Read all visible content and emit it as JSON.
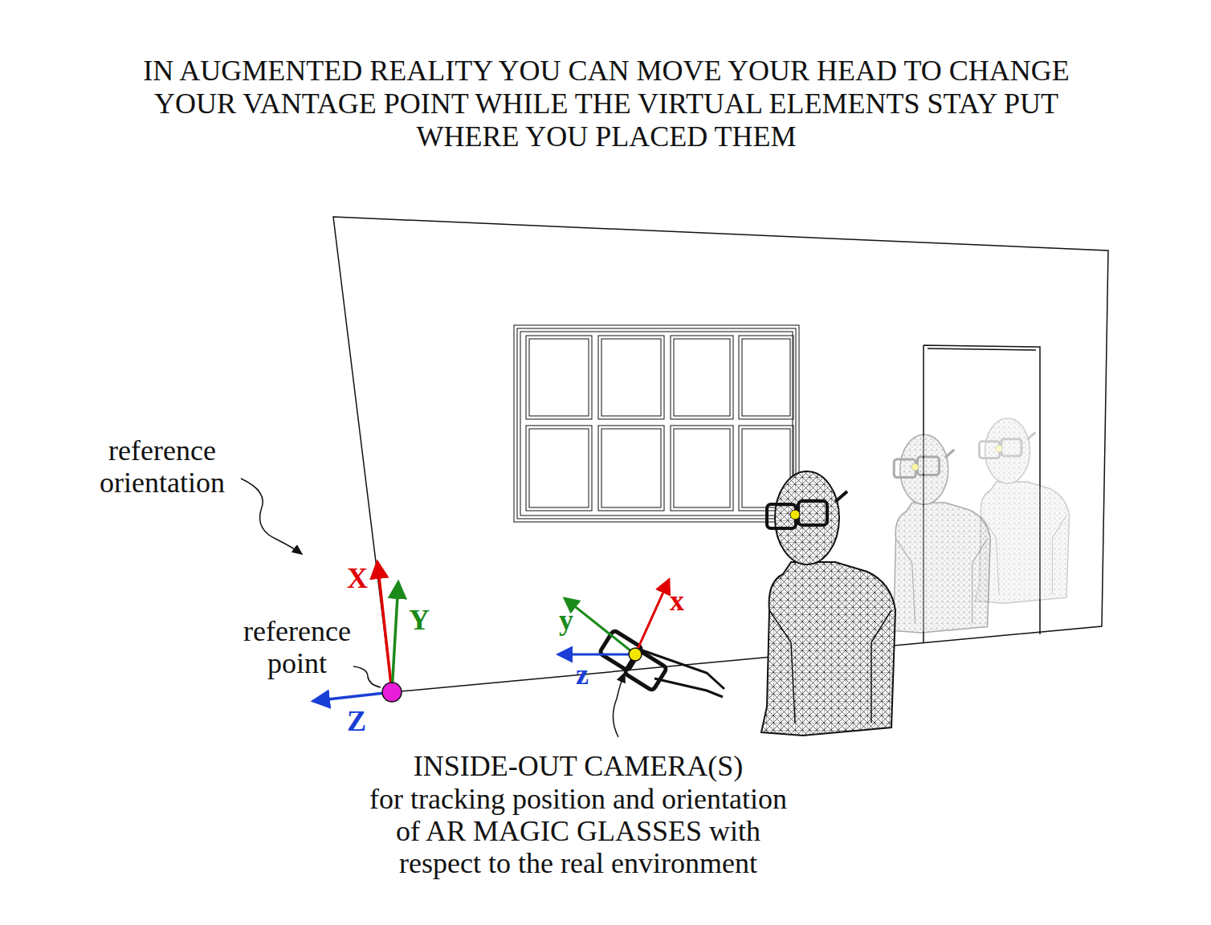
{
  "diagram": {
    "title": "IN AUGMENTED REALITY YOU CAN MOVE YOUR HEAD TO CHANGE YOUR VANTAGE POINT WHILE THE VIRTUAL ELEMENTS STAY PUT WHERE YOU PLACED THEM",
    "labels": [
      "reference orientation",
      "X",
      "Y",
      "reference point",
      "Z",
      "y",
      "x",
      "z",
      "INSIDE-OUT CAMERA(S)",
      "for tracking position and orientation of AR MAGIC GLASSES with respect to the real environment"
    ]
  }
}
